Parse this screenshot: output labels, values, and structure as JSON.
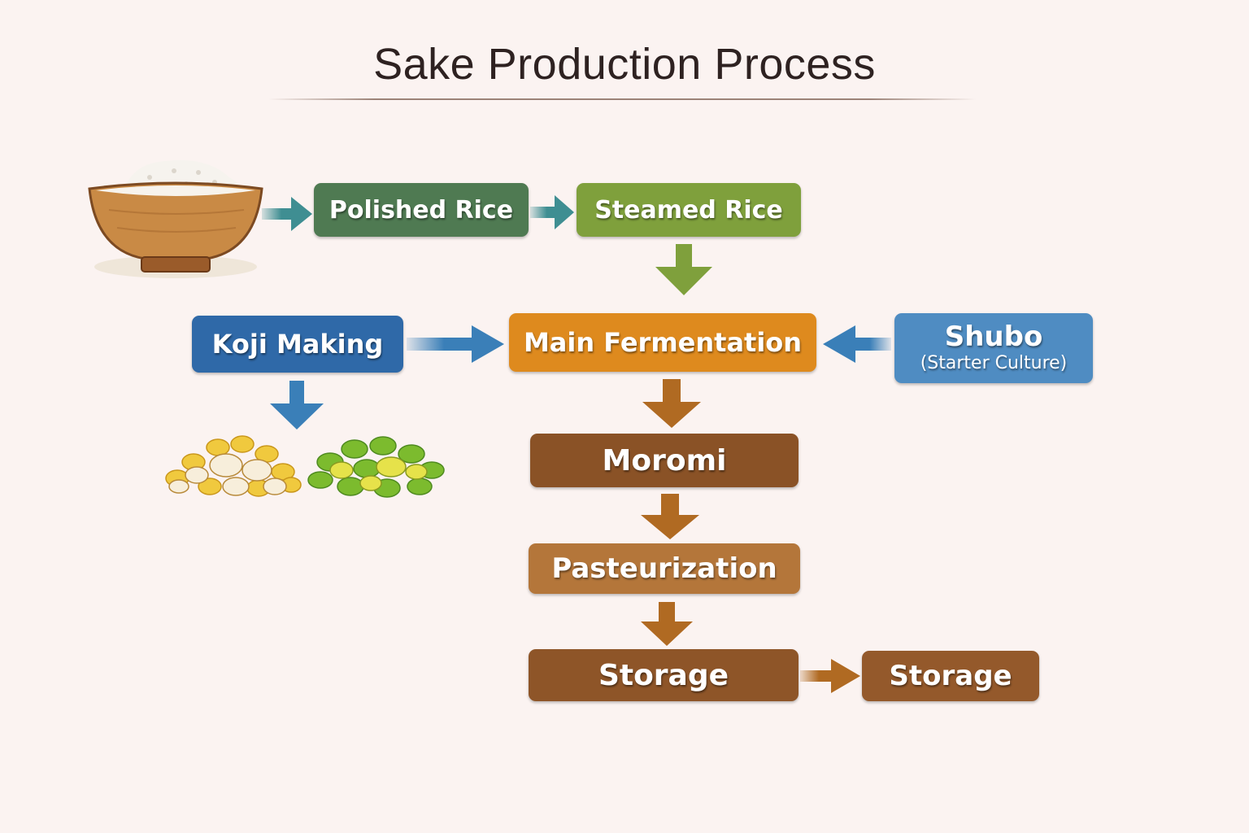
{
  "title": "Sake Production Process",
  "colors": {
    "background": "#fbf3f1",
    "polished_rice": "#4f7a52",
    "steamed_rice": "#7fa03c",
    "koji_making": "#2f69a8",
    "main_fermentation": "#de8a1e",
    "shubo": "#4f8cc2",
    "moromi": "#8a5226",
    "pasteurization": "#b4763a",
    "storage": "#8e5528",
    "storage_final": "#94592b",
    "arrow_teal": "#3f8e92",
    "arrow_green": "#7fa03c",
    "arrow_blue": "#3a7fb8",
    "arrow_brown": "#b06a22"
  },
  "nodes": {
    "polished_rice": {
      "label": "Polished Rice"
    },
    "steamed_rice": {
      "label": "Steamed Rice"
    },
    "koji_making": {
      "label": "Koji Making"
    },
    "main_fermentation": {
      "label": "Main Fermentation"
    },
    "shubo": {
      "label": "Shubo",
      "sublabel": "(Starter Culture)"
    },
    "moromi": {
      "label": "Moromi"
    },
    "pasteurization": {
      "label": "Pasteurization"
    },
    "storage": {
      "label": "Storage"
    },
    "storage_final": {
      "label": "Storage"
    }
  },
  "illustrations": {
    "rice_bowl": "rice-bowl-icon",
    "koji_grains_yellow": "koji-grains-icon",
    "koji_grains_green": "koji-grains-icon"
  },
  "edges": [
    {
      "from": "rice_bowl",
      "to": "polished_rice"
    },
    {
      "from": "polished_rice",
      "to": "steamed_rice"
    },
    {
      "from": "steamed_rice",
      "to": "main_fermentation"
    },
    {
      "from": "koji_making",
      "to": "main_fermentation"
    },
    {
      "from": "shubo",
      "to": "main_fermentation"
    },
    {
      "from": "koji_making",
      "to": "koji_grains"
    },
    {
      "from": "main_fermentation",
      "to": "moromi"
    },
    {
      "from": "moromi",
      "to": "pasteurization"
    },
    {
      "from": "pasteurization",
      "to": "storage"
    },
    {
      "from": "storage",
      "to": "storage_final"
    }
  ]
}
